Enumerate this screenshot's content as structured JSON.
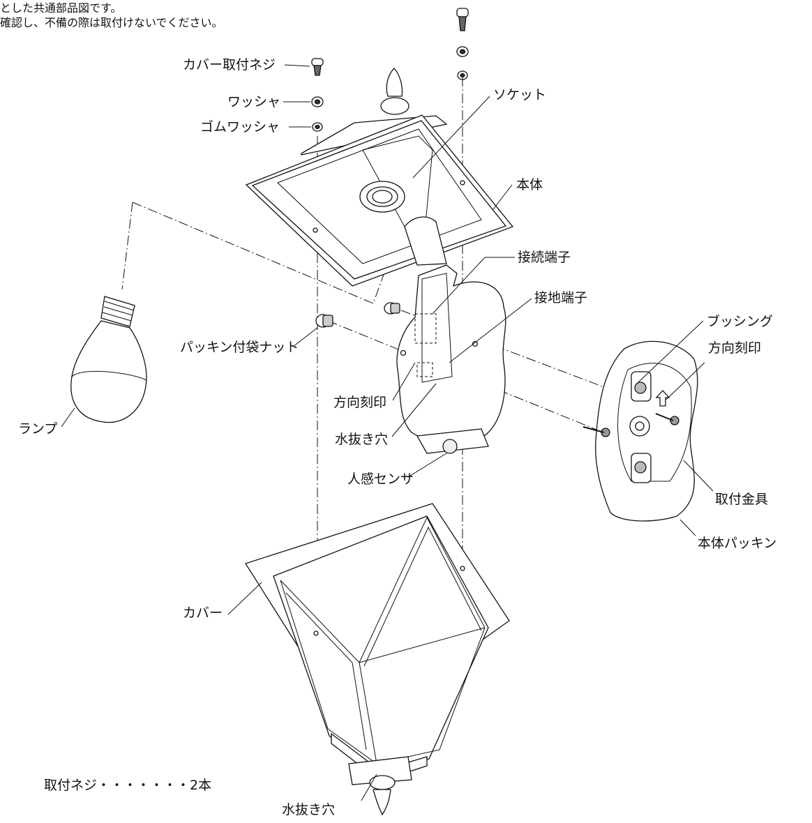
{
  "notes": {
    "line1": "とした共通部品図です。",
    "line2": "確認し、不備の際は取付けないでください。"
  },
  "labels": {
    "cover_screw": "カバー取付ネジ",
    "washer": "ワッシャ",
    "rubber_washer": "ゴムワッシャ",
    "socket": "ソケット",
    "body": "本体",
    "connection_terminal": "接続端子",
    "ground_terminal": "接地端子",
    "bushing": "ブッシング",
    "direction_mark_plate": "方向刻印",
    "packing_cap_nut": "パッキン付袋ナット",
    "direction_mark_body": "方向刻印",
    "drain_hole_body": "水抜き穴",
    "motion_sensor": "人感センサ",
    "lamp": "ランプ",
    "mounting_bracket": "取付金具",
    "body_packing": "本体パッキン",
    "cover": "カバー",
    "drain_hole_cover": "水抜き穴"
  },
  "accessories": {
    "item": "取付ネジ・・・・・・・2本"
  }
}
